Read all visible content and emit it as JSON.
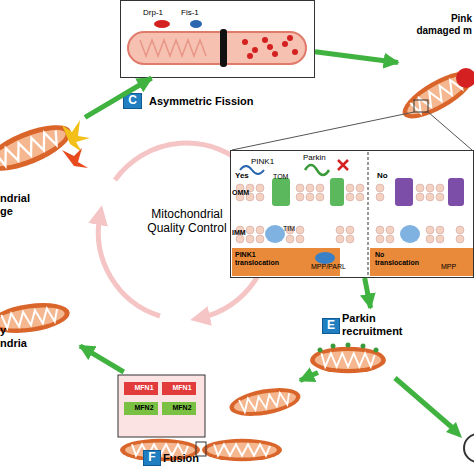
{
  "diagram": {
    "nodes": [
      {
        "text": [
          "ndrial ge"
        ]
      },
      {
        "text": [
          "Drp-1",
          "Fis-1",
          "C",
          "Asymmetric Fission"
        ]
      },
      {
        "text": [
          "Pink damaged m"
        ]
      },
      {
        "text": [
          "PINK1",
          "Parkin",
          "Yes",
          "TOM",
          "OMM",
          "TIM",
          "IMM",
          "PINK1 translocation",
          "MPP/PARL",
          "No",
          "No translocation",
          "MPP"
        ]
      },
      {
        "text": [
          "E",
          "Parkin recruitment"
        ]
      },
      {
        "text": [
          "MFN1",
          "MFN1",
          "MFN2",
          "MFN2",
          "F",
          "Fusion"
        ]
      },
      {
        "text": [
          "y ndria"
        ]
      }
    ],
    "edges": [
      {
        "from": 0,
        "to": 1,
        "arrow": "to"
      },
      {
        "from": 1,
        "to": 2,
        "arrow": "to"
      },
      {
        "from": 3,
        "to": 4,
        "arrow": "to"
      },
      {
        "from": 4,
        "to": 5,
        "arrow": "to"
      },
      {
        "from": 5,
        "to": 6,
        "arrow": "to"
      }
    ],
    "labels": [
      "Mitochondrial Quality Control"
    ]
  }
}
